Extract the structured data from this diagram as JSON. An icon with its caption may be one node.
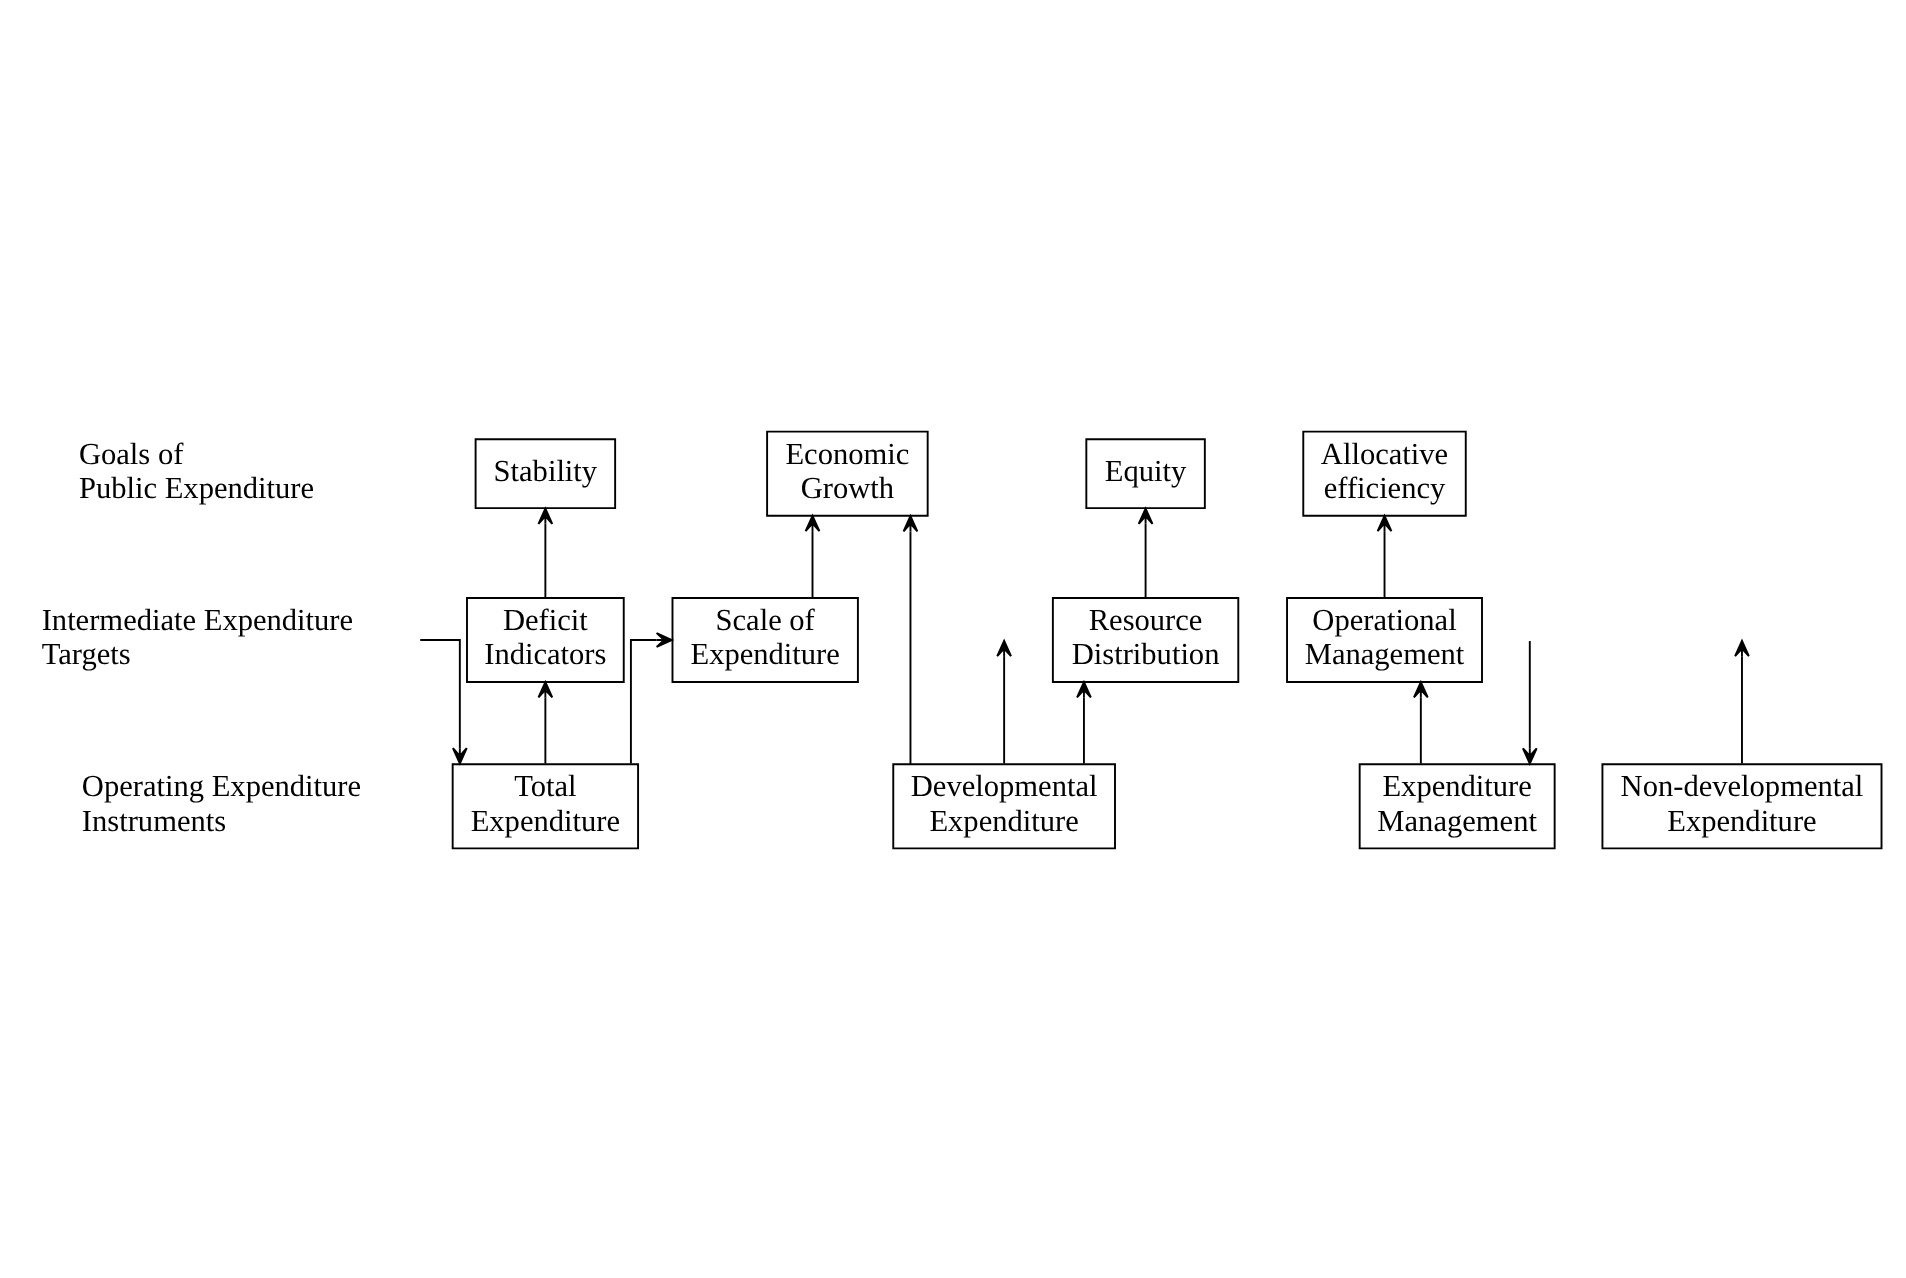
{
  "diagram": {
    "nodes": [
      {
        "text": [
          "Stability"
        ]
      },
      {
        "text": [
          "Economic Growth"
        ]
      },
      {
        "text": [
          "Equity"
        ]
      },
      {
        "text": [
          "Allocative efficiency"
        ]
      },
      {
        "text": [
          "Deficit Indicators"
        ]
      },
      {
        "text": [
          "Scale of Expenditure"
        ]
      },
      {
        "text": [
          "Resource Distribution"
        ]
      },
      {
        "text": [
          "Operational Management"
        ]
      },
      {
        "text": [
          "Total Expenditure"
        ]
      },
      {
        "text": [
          "Developmental Expenditure"
        ]
      },
      {
        "text": [
          "Non-developmental Expenditure"
        ]
      },
      {
        "text": [
          "Expenditure Management"
        ]
      }
    ],
    "edges": [
      {
        "from": 4,
        "to": 0,
        "arrow": "to"
      },
      {
        "from": 5,
        "to": 1,
        "arrow": "to"
      },
      {
        "from": 6,
        "to": 2,
        "arrow": "to"
      },
      {
        "from": 7,
        "to": 3,
        "arrow": "to"
      },
      {
        "from": 8,
        "to": 4,
        "arrow": "to"
      },
      {
        "from": 8,
        "to": 5,
        "arrow": "to"
      },
      {
        "from": 9,
        "to": 1,
        "arrow": "to"
      },
      {
        "from": 9,
        "to": 6,
        "arrow": "to"
      },
      {
        "from": 11,
        "to": 7,
        "arrow": "to"
      },
      {
        "from": null,
        "to": 8,
        "arrow": "to"
      },
      {
        "from": 9,
        "to": null,
        "arrow": "to"
      },
      {
        "from": 10,
        "to": null,
        "arrow": "to"
      },
      {
        "from": null,
        "to": 11,
        "arrow": "to"
      }
    ],
    "labels": [
      "Goals of Public Expenditure",
      "Intermediate Expenditure Targets",
      "Operating Expenditure Instruments"
    ]
  }
}
